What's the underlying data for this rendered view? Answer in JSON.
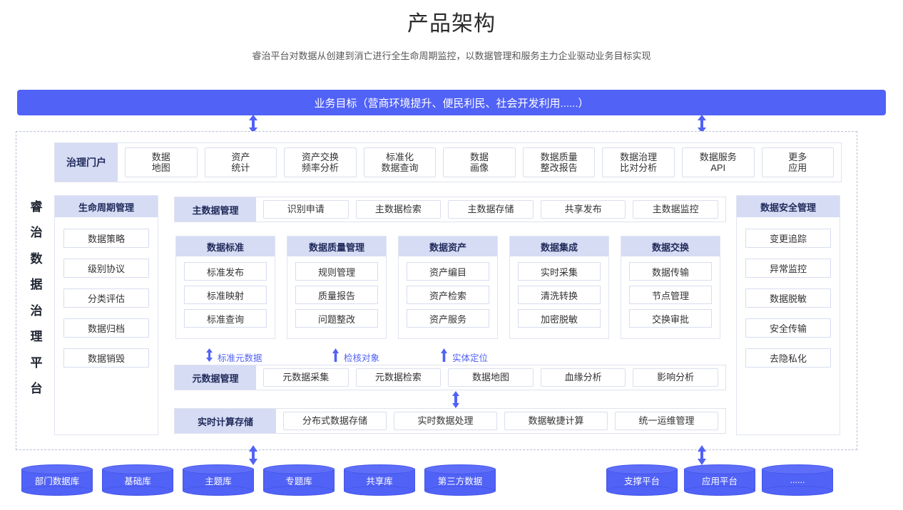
{
  "header": {
    "title": "产品架构",
    "subtitle": "睿治平台对数据从创建到消亡进行全生命周期监控，以数据管理和服务主力企业驱动业务目标实现"
  },
  "banner": {
    "label": "业务目标（营商环境提升、便民利民、社会开发利用......）",
    "color": "#5162f6"
  },
  "brand": {
    "vertical_label": "睿治数据治理平台",
    "chars": [
      "睿",
      "治",
      "数",
      "据",
      "治",
      "理",
      "平",
      "台"
    ]
  },
  "portal_row": {
    "label": "治理门户",
    "items": [
      "数据\n地图",
      "资产\n统计",
      "资产交换\n频率分析",
      "标准化\n数据查询",
      "数据\n画像",
      "数据质量\n整改报告",
      "数据治理\n比对分析",
      "数据服务\nAPI",
      "更多\n应用"
    ]
  },
  "lifecycle_card": {
    "title": "生命周期管理",
    "items": [
      "数据策略",
      "级别协议",
      "分类评估",
      "数据归档",
      "数据销毁"
    ]
  },
  "security_card": {
    "title": "数据安全管理",
    "items": [
      "变更追踪",
      "异常监控",
      "数据脱敏",
      "安全传输",
      "去隐私化"
    ]
  },
  "master_row": {
    "label": "主数据管理",
    "items": [
      "识别申请",
      "主数据检索",
      "主数据存储",
      "共享发布",
      "主数据监控"
    ]
  },
  "domain_cards": [
    {
      "title": "数据标准",
      "items": [
        "标准发布",
        "标准映射",
        "标准查询"
      ]
    },
    {
      "title": "数据质量管理",
      "items": [
        "规则管理",
        "质量报告",
        "问题整改"
      ]
    },
    {
      "title": "数据资产",
      "items": [
        "资产编目",
        "资产检索",
        "资产服务"
      ]
    },
    {
      "title": "数据集成",
      "items": [
        "实时采集",
        "清洗转换",
        "加密脱敏"
      ]
    },
    {
      "title": "数据交换",
      "items": [
        "数据传输",
        "节点管理",
        "交换审批"
      ]
    }
  ],
  "flow_labels": [
    {
      "label": "标准元数据",
      "direction": "both"
    },
    {
      "label": "检核对象",
      "direction": "up"
    },
    {
      "label": "实体定位",
      "direction": "up"
    }
  ],
  "metadata_row": {
    "label": "元数据管理",
    "items": [
      "元数据采集",
      "元数据检索",
      "数据地图",
      "血缘分析",
      "影响分析"
    ]
  },
  "realtime_row": {
    "label": "实时计算存储",
    "items": [
      "分布式数据存储",
      "实时数据处理",
      "数据敏捷计算",
      "统一运维管理"
    ]
  },
  "databases_left": [
    "部门数据库",
    "基础库",
    "主题库",
    "专题库",
    "共享库",
    "第三方数据"
  ],
  "databases_right": [
    "支撑平台",
    "应用平台",
    "......"
  ],
  "icons": {
    "arrow_up_down": "double-arrow-icon",
    "arrow_up": "up-arrow-icon"
  }
}
